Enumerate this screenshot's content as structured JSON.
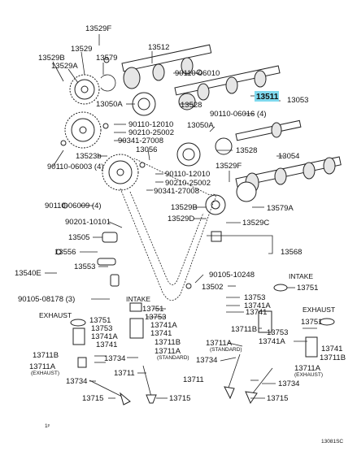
{
  "highlight_color": "#7fd9ee",
  "labels": {
    "p13529F": "13529F",
    "p13529a": "13529",
    "p13512": "13512",
    "p13529B": "13529B",
    "p13529A": "13529A",
    "p13579": "13579",
    "p90110_06010": "90110-06010",
    "p13511": "13511",
    "p13053": "13053",
    "p13050A": "13050A",
    "p13528a": "13528",
    "p90110_06016": "90110-06016 (4)",
    "p90110_12010a": "90110-12010",
    "p90210_25002a": "90210-25002",
    "p90341_27008a": "90341-27008",
    "p13050A2": "13050A",
    "p13528b": "13528",
    "p13056": "13056",
    "p13523b": "13523b",
    "p90110_06003": "90110-06003 (4)",
    "p13054": "13054",
    "p13529F2": "13529F",
    "p90110_12010b": "90110-12010",
    "p90210_25002b": "90210-25002",
    "p90341_27008b": "90341-27008",
    "p90110_06009": "90110-06009 (4)",
    "p13529B2": "13529B",
    "p13579A": "13579A",
    "p13529D": "13529D",
    "p13529C": "13529C",
    "p90201_10101": "90201-10101",
    "p13505": "13505",
    "p13556": "13556",
    "p13568": "13568",
    "p13540E": "13540E",
    "p13553": "13553",
    "p90105_10248": "90105-10248",
    "p13502": "13502",
    "p90105_08178": "90105-08178 (3)",
    "intake_right": "INTAKE",
    "p13751_r1": "13751",
    "p13753_r1": "13753",
    "p13741_r1": "13741",
    "intake_mid": "INTAKE",
    "p13751_m": "13751",
    "p13753_m": "13753",
    "p13741A_m": "13741A",
    "p13741_m": "13741",
    "p13711B_m": "13711B",
    "p13711A_m": "13711A",
    "standard_m": "(STANDARD)",
    "p13734_m": "13734",
    "p13711_m": "13711",
    "p13711B_r": "13711B",
    "p13711A_r": "13711A",
    "standard_r": "(STANDARD)",
    "p13734_r": "13734",
    "exhaust_left": "EXHAUST",
    "p13751_l": "13751",
    "p13753_l": "13753",
    "p13741A_l": "13741A",
    "p13741_l": "13741",
    "p13711B_l": "13711B",
    "p13711A_l": "13711A",
    "exhaust_tag_l": "(EXHAUST)",
    "p13734_l": "13734",
    "p13715_l": "13715",
    "p13715_m": "13715",
    "p13711_c": "13711",
    "exhaust_right": "EXHAUST",
    "p13751_r2": "13751",
    "p13753_r2": "13753",
    "p13741A_r2": "13741A",
    "p13741_r2": "13741",
    "p13711B_r2": "13711B",
    "p13711A_r2": "13711A",
    "exhaust_tag_r": "(EXHAUST)",
    "p13734_r2": "13734",
    "p13715_r": "13715",
    "corner_mark": "1ᵖ",
    "figure_code": "13081SC"
  }
}
